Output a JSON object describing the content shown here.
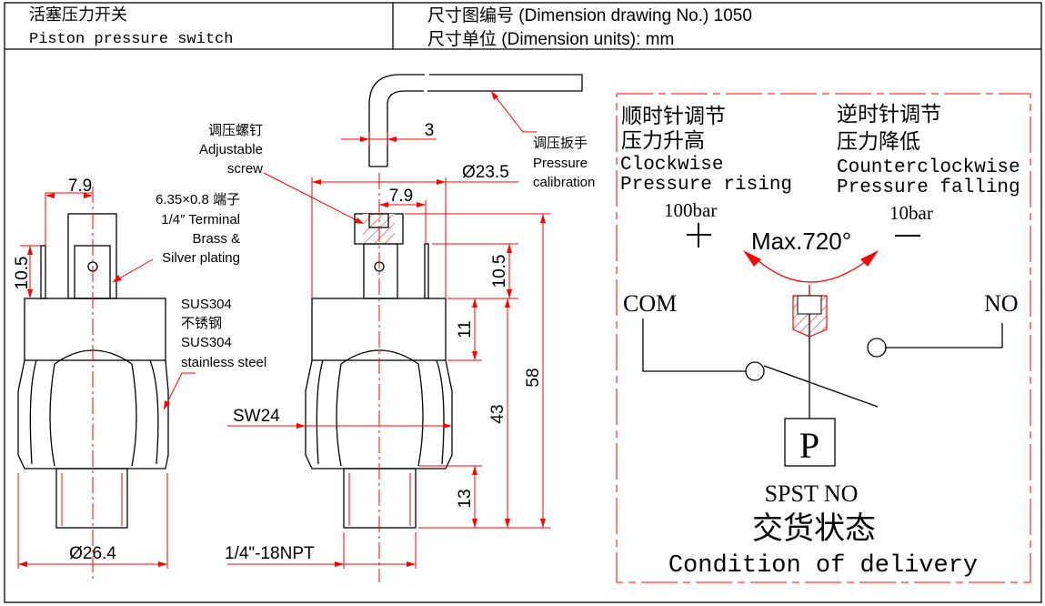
{
  "header": {
    "title_cn": "活塞压力开关",
    "title_en": "Piston pressure switch",
    "drawing_no": "尺寸图编号 (Dimension drawing No.) 1050",
    "units": "尺寸单位 (Dimension units): mm"
  },
  "left_view": {
    "dim_width": "7.9",
    "dim_height": "10.5",
    "dim_diameter": "Ø26.4",
    "terminal_note": [
      "6.35×0.8 端子",
      "1/4″ Terminal",
      "Brass &",
      "Silver plating"
    ],
    "material_note": [
      "SUS304",
      "不锈钢",
      "SUS304",
      "stainless steel"
    ],
    "screw_note": [
      "调压螺钉",
      "Adjustable",
      "screw"
    ]
  },
  "middle_view": {
    "dim_wrench": "3",
    "wrench_note": [
      "调压扳手",
      "Pressure",
      "calibration"
    ],
    "dim_diameter": "Ø23.5",
    "dim_width": "7.9",
    "dim_terminal": "10.5",
    "dim_body": "11",
    "dim_43": "43",
    "dim_58": "58",
    "dim_thread": "13",
    "hex": "SW24",
    "thread": "1/4\"-18NPT"
  },
  "schematic": {
    "cw_cn": [
      "顺时针调节",
      "压力升高"
    ],
    "cw_en": [
      "Clockwise",
      "Pressure rising"
    ],
    "ccw_cn": [
      "逆时针调节",
      "压力降低"
    ],
    "ccw_en": [
      "Counterclockwise",
      "Pressure falling"
    ],
    "max_pressure": "100bar",
    "min_pressure": "10bar",
    "plus": "+",
    "minus": "—",
    "rotation": "Max.720°",
    "com": "COM",
    "no": "NO",
    "p": "P",
    "contact": "SPST NO",
    "delivery_cn": "交货状态",
    "delivery_en": "Condition of delivery"
  }
}
